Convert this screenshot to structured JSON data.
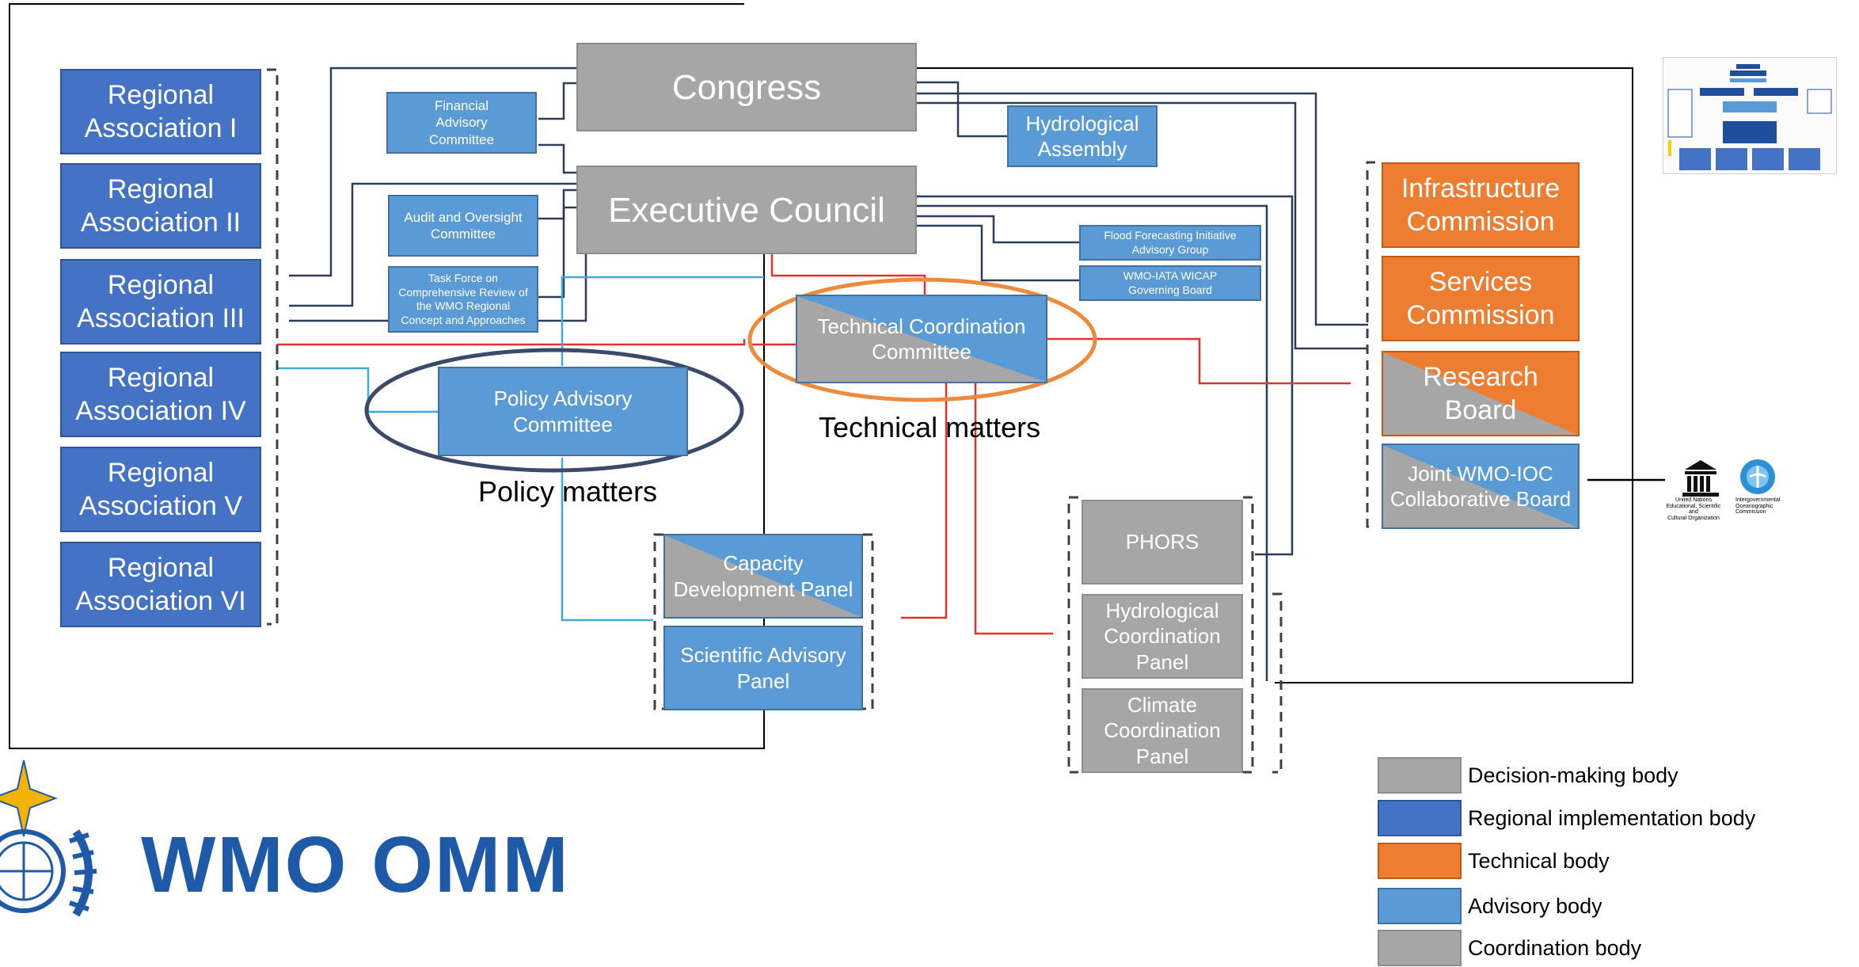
{
  "regional": [
    "Regional\nAssociation I",
    "Regional\nAssociation II",
    "Regional\nAssociation III",
    "Regional\nAssociation IV",
    "Regional\nAssociation V",
    "Regional\nAssociation VI"
  ],
  "congress": "Congress",
  "executive_council": "Executive Council",
  "financial_advisory": "Financial\nAdvisory\nCommittee",
  "audit_oversight": "Audit and Oversight\nCommittee",
  "task_force": "Task Force on\nComprehensive Review of\nthe WMO Regional\nConcept and Approaches",
  "hydrological_assembly": "Hydrological\nAssembly",
  "flood_forecasting": "Flood Forecasting Initiative\nAdvisory Group",
  "wicap": "WMO-IATA WICAP\nGoverning Board",
  "technical_coordination": "Technical Coordination\nCommittee",
  "policy_advisory": "Policy Advisory\nCommittee",
  "policy_matters": "Policy matters",
  "technical_matters": "Technical matters",
  "capacity_panel": "Capacity\nDevelopment Panel",
  "scientific_panel": "Scientific Advisory\nPanel",
  "phors": "PHORS",
  "hydro_coord_panel": "Hydrological\nCoordination\nPanel",
  "climate_coord_panel": "Climate\nCoordination\nPanel",
  "infrastructure": "Infrastructure\nCommission",
  "services": "Services\nCommission",
  "research": "Research\nBoard",
  "joint_board": "Joint WMO-IOC\nCollaborative Board",
  "logo_text": "WMO OMM",
  "unesco_caption": "United Nations\nEducational, Scientific and\nCultural Organization",
  "ioc_caption": "Intergovernmental\nOceanographic\nCommission",
  "legend": [
    {
      "label": "Decision-making body",
      "color": "#a6a6a6"
    },
    {
      "label": "Regional implementation body",
      "color": "#4472c4"
    },
    {
      "label": "Technical body",
      "color": "#ed7d31"
    },
    {
      "label": "Advisory body",
      "color": "#5b9bd5"
    },
    {
      "label": "Coordination body",
      "color": "#a6a6a6"
    }
  ],
  "colors": {
    "regional": "#4472c4",
    "decision": "#a6a6a6",
    "advisory": "#5b9bd5",
    "technical": "#ed7d31",
    "logo": "#1e5aa8",
    "connector_dark": "#2e3b5b",
    "connector_red": "#e0322e",
    "connector_cyan": "#43a8dc"
  }
}
